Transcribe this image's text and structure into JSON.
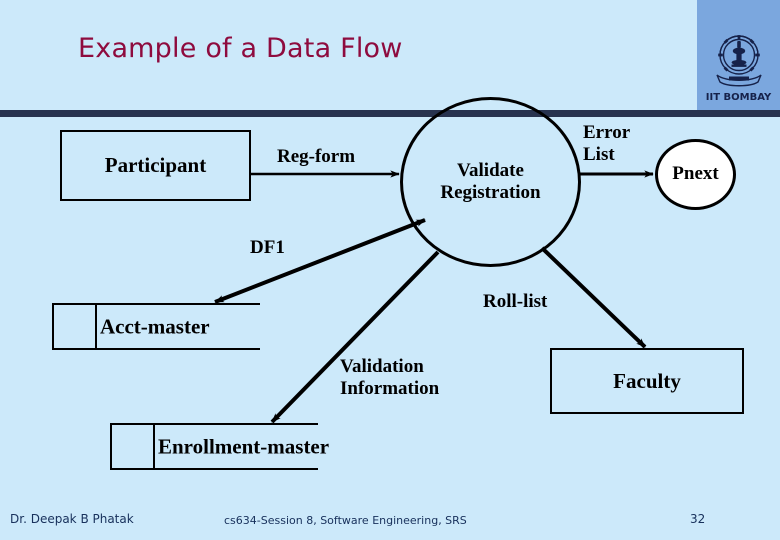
{
  "slide": {
    "title": "Example of a Data Flow",
    "title_color": "#8E0B3E",
    "background_color": "#CCE9FA",
    "rule_color": "#28334F",
    "logo_panel_color": "#7BA7DE"
  },
  "logo": {
    "caption": "IIT BOMBAY",
    "icon": "iit-bombay-emblem-icon"
  },
  "diagram": {
    "type": "data-flow-diagram",
    "external_entities": [
      {
        "id": "participant",
        "label": "Participant"
      },
      {
        "id": "faculty",
        "label": "Faculty"
      }
    ],
    "processes": [
      {
        "id": "validate",
        "label": "Validate\nRegistration",
        "line1": "Validate",
        "line2": "Registration",
        "fill": "transparent"
      },
      {
        "id": "pnext",
        "label": "Pnext",
        "fill": "#FFFFFF"
      }
    ],
    "data_stores": [
      {
        "id": "acct-master",
        "label": "Acct-master"
      },
      {
        "id": "enrollment-master",
        "label": "Enrollment-master"
      }
    ],
    "flows": [
      {
        "id": "reg-form",
        "label": "Reg-form",
        "from": "participant",
        "to": "validate",
        "arrows": "single"
      },
      {
        "id": "error-list",
        "label": "Error\nList",
        "line1": "Error",
        "line2": "List",
        "from": "validate",
        "to": "pnext",
        "arrows": "single"
      },
      {
        "id": "df1",
        "label": "DF1",
        "from": "acct-master",
        "to": "validate",
        "arrows": "double"
      },
      {
        "id": "roll-list",
        "label": "Roll-list",
        "from": "validate",
        "to": "faculty",
        "arrows": "single"
      },
      {
        "id": "validation-information",
        "label": "Validation\nInformation",
        "line1": "Validation",
        "line2": "Information",
        "from": "validate",
        "to": "enrollment-master",
        "arrows": "single"
      }
    ]
  },
  "footer": {
    "author": "Dr. Deepak B Phatak",
    "center": "cs634-Session 8,  Software Engineering, SRS",
    "page": "32"
  }
}
